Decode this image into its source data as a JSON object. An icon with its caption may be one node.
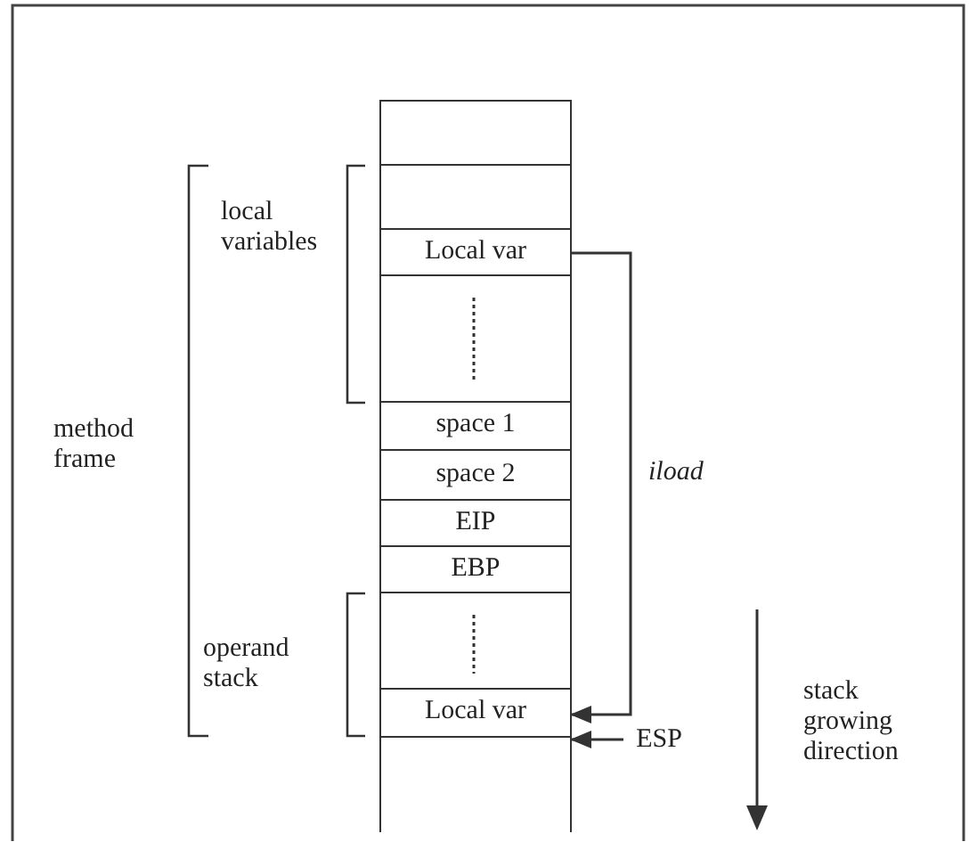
{
  "diagram": {
    "nodes": [
      {
        "text": [],
        "shape": "box"
      },
      {
        "text": [],
        "shape": "box"
      },
      {
        "text": [
          "Local var"
        ]
      },
      {
        "text": [],
        "shape": "box"
      },
      {
        "text": [
          "space 1"
        ]
      },
      {
        "text": [
          "space 2"
        ]
      },
      {
        "text": [
          "EIP"
        ]
      },
      {
        "text": [
          "EBP"
        ]
      },
      {
        "text": [],
        "shape": "box"
      },
      {
        "text": [
          "Local var"
        ]
      },
      {
        "text": [],
        "shape": "box"
      },
      {
        "text": [
          "ESP"
        ]
      }
    ],
    "edges": [
      {
        "from": 2,
        "to": 9,
        "arrow": "to",
        "label": "iload"
      },
      {
        "from": 11,
        "to": 9,
        "arrow": "to"
      }
    ],
    "labels": [
      "local variables",
      "method frame",
      "operand stack",
      "stack growing direction"
    ]
  }
}
